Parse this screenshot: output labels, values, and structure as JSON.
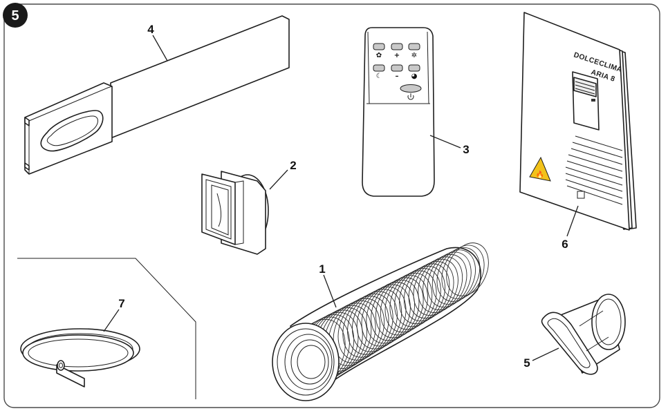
{
  "figure": {
    "number": "5"
  },
  "callouts": {
    "p1": "1",
    "p2": "2",
    "p3": "3",
    "p4": "4",
    "p5": "5",
    "p6": "6",
    "p7": "7"
  },
  "manual": {
    "title_line1": "DOLCECLIMA",
    "title_line2": "ARIA 8"
  },
  "remote": {
    "buttons_row1": [
      "fan-icon",
      "plus-icon",
      "sun-icon"
    ],
    "buttons_row2": [
      "moon-icon",
      "minus-icon",
      "clock-icon"
    ],
    "oval_button": "mode-button",
    "power_icon": "power-icon"
  },
  "colors": {
    "outline": "#1e1e1e",
    "panel_border": "#4a4a4a",
    "button_grey": "#c9c9c9",
    "warning_yellow": "#f2c21a",
    "badge": "#1a1a1a"
  }
}
